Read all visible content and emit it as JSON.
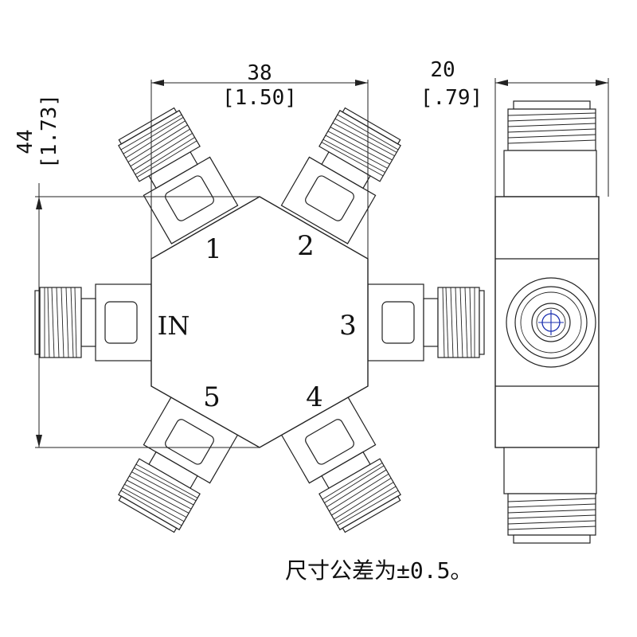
{
  "dimensions": {
    "width_mm": "38",
    "width_in": "[1.50]",
    "height_mm": "44",
    "height_in": "[1.73]",
    "depth_mm": "20",
    "depth_in": "[.79]"
  },
  "ports": {
    "input": "IN",
    "p1": "1",
    "p2": "2",
    "p3": "3",
    "p4": "4",
    "p5": "5"
  },
  "note": "尺寸公差为±0.5。",
  "colors": {
    "line": "#222222",
    "center_pin": "#1a2fb0"
  }
}
